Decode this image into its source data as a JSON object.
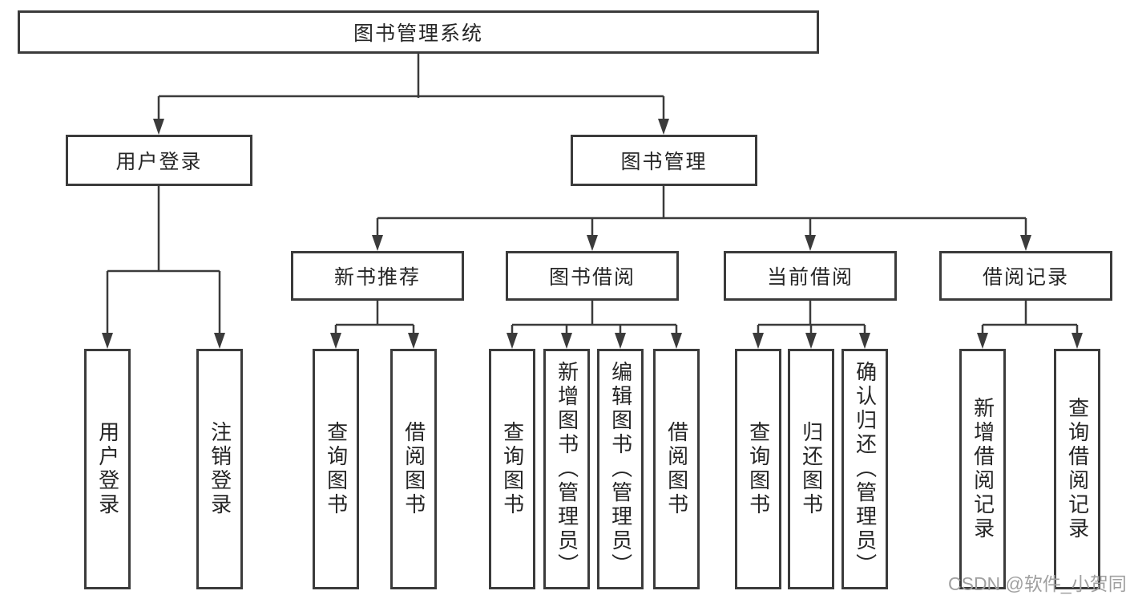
{
  "tree": {
    "root": {
      "label": "图书管理系统",
      "children": [
        {
          "label": "用户登录",
          "children": [
            {
              "label": "用户登录"
            },
            {
              "label": "注销登录"
            }
          ]
        },
        {
          "label": "图书管理",
          "children": [
            {
              "label": "新书推荐",
              "children": [
                {
                  "label": "查询图书"
                },
                {
                  "label": "借阅图书"
                }
              ]
            },
            {
              "label": "图书借阅",
              "children": [
                {
                  "label": "查询图书"
                },
                {
                  "label": "新增图书（管理员）"
                },
                {
                  "label": "编辑图书（管理员）"
                },
                {
                  "label": "借阅图书"
                }
              ]
            },
            {
              "label": "当前借阅",
              "children": [
                {
                  "label": "查询图书"
                },
                {
                  "label": "归还图书"
                },
                {
                  "label": "确认归还（管理员）"
                }
              ]
            },
            {
              "label": "借阅记录",
              "children": [
                {
                  "label": "新增借阅记录"
                },
                {
                  "label": "查询借阅记录"
                }
              ]
            }
          ]
        }
      ]
    }
  },
  "watermark": {
    "text": "CSDN @软件_小贺同学"
  },
  "colors": {
    "line": "#3b3b3b",
    "box_border": "#3b3b3b",
    "box_background": "#ffffff",
    "text": "#262626",
    "watermark": "#a0a0a0",
    "page_background": "#ffffff"
  }
}
